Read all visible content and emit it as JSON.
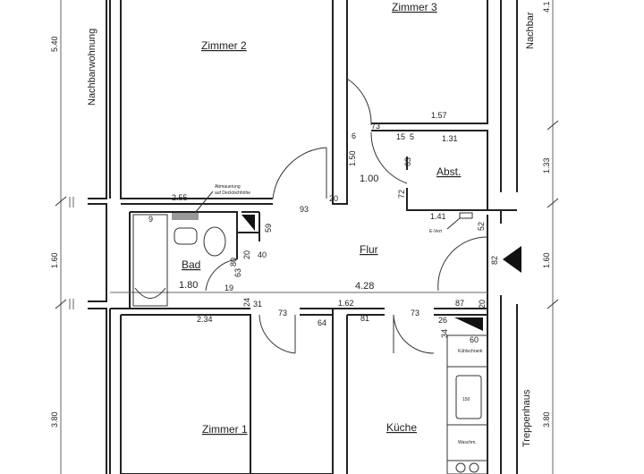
{
  "rooms": {
    "zimmer2": "Zimmer 2",
    "zimmer3": "Zimmer 3",
    "abst": "Abst.",
    "flur": "Flur",
    "bad": "Bad",
    "zimmer1": "Zimmer 1",
    "kueche": "Küche"
  },
  "outside": {
    "left_neighbor": "Nachbarwohnung",
    "right_neighbor": "Nachbar",
    "stairwell": "Treppenhaus"
  },
  "annotations": {
    "exhaust_1": "Abmauerung",
    "exhaust_2": "auf Decklochhöhe",
    "meter": "E-Vert",
    "appliance_1": "Kühlschrank",
    "appliance_2": "Waschm.",
    "stove": "150"
  },
  "dimensions": {
    "left_top": "5.40",
    "left_mid": "1.60",
    "left_bottom": "3.80",
    "right_top": "4.1",
    "right_upper": "1.33",
    "right_mid": "1.60",
    "right_bottom": "3.80",
    "bath_width_top": "2.55",
    "bath_depth": "1.80",
    "bath_bottom": "2.34",
    "flur_length": "4.28",
    "flur_width": "1.00",
    "z3_width": "1.57",
    "abst_width": "1.31",
    "abst_bottom": "1.41",
    "d73a": "73",
    "d15": "15",
    "d5": "5",
    "d6": "6",
    "d63": "63",
    "d150": "1.50",
    "d72": "72",
    "d20a": "20",
    "d93": "93",
    "d59": "59",
    "d20b": "20",
    "d40": "40",
    "d80": "80",
    "d63b": "63",
    "d19": "19",
    "d24": "24",
    "d31": "31",
    "d73b": "73",
    "d162": "1.62",
    "d64": "64",
    "d81": "81",
    "d73c": "73",
    "d26": "26",
    "d87": "87",
    "d52": "52",
    "d82": "82",
    "d20c": "20",
    "d34": "34",
    "d60": "60",
    "d9": "9"
  }
}
